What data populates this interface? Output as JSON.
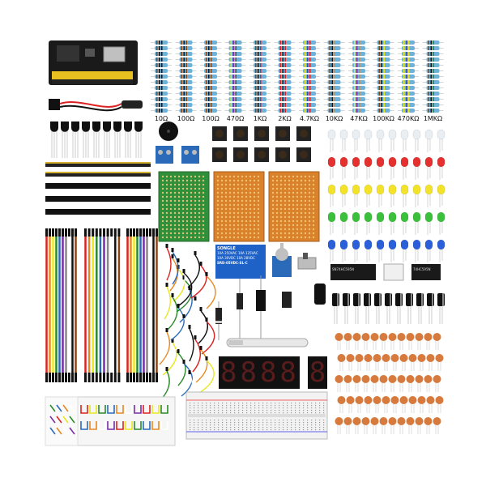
{
  "resistor_labels": [
    "10Ω",
    "100Ω",
    "100Ω",
    "470Ω",
    "1KΩ",
    "2KΩ",
    "4.7KΩ",
    "10KΩ",
    "47KΩ",
    "100KΩ",
    "470KΩ",
    "1MKΩ"
  ],
  "relay_text": [
    "SONGLE",
    "10A 250VAC 10A 125VAC",
    "10A 30VDC 10A 28VDC",
    "SRD-05VDC-SL-C"
  ],
  "ic_text": [
    "SN74HC595N",
    "74HC595N"
  ],
  "display_segments": "8888",
  "single_display": "8",
  "colors": {
    "resistor_body": "#6fb2d9",
    "pcb_green": "#2f8f3a",
    "pcb_orange": "#d9822b",
    "led_red": "#e53030",
    "led_yellow": "#f2e22a",
    "led_green": "#3ac03a",
    "led_blue": "#2b5fd9",
    "led_white": "#e9eef2",
    "capacitor": "#d77a3e",
    "breadboard": "#f2f2f2"
  }
}
